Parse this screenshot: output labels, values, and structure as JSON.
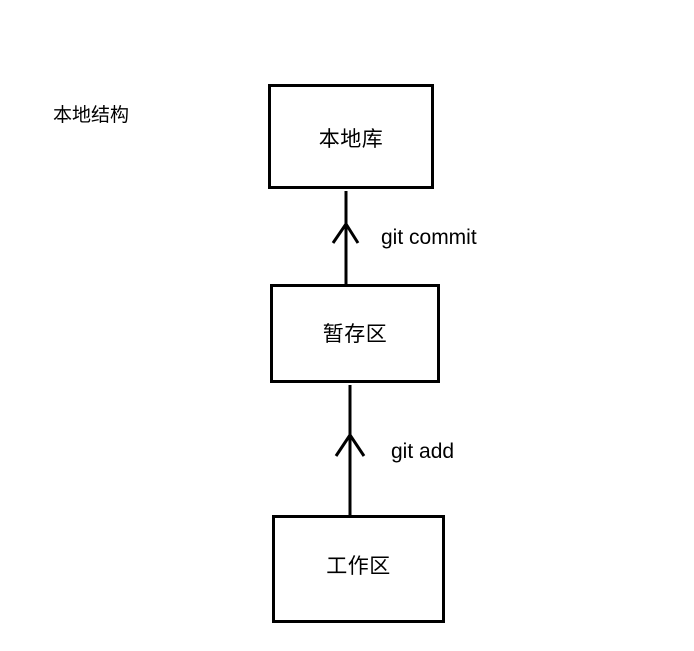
{
  "diagram": {
    "title": "本地结构",
    "background_color": "#ffffff",
    "stroke_color": "#000000",
    "nodes": [
      {
        "id": "local-repo",
        "label": "本地库"
      },
      {
        "id": "staging",
        "label": "暂存区"
      },
      {
        "id": "working",
        "label": "工作区"
      }
    ],
    "edges": [
      {
        "id": "commit",
        "label": "git commit",
        "from": "staging",
        "to": "local-repo",
        "direction": "up"
      },
      {
        "id": "add",
        "label": "git add",
        "from": "working",
        "to": "staging",
        "direction": "up"
      }
    ]
  }
}
